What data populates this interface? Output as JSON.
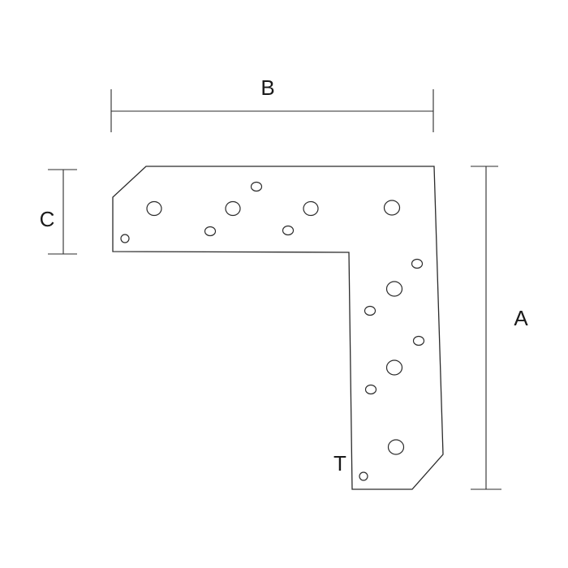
{
  "labels": {
    "width": "B",
    "height": "A",
    "leg_width": "C",
    "thickness": "T"
  },
  "colors": {
    "line": "#2b2b2b",
    "background": "#ffffff"
  }
}
